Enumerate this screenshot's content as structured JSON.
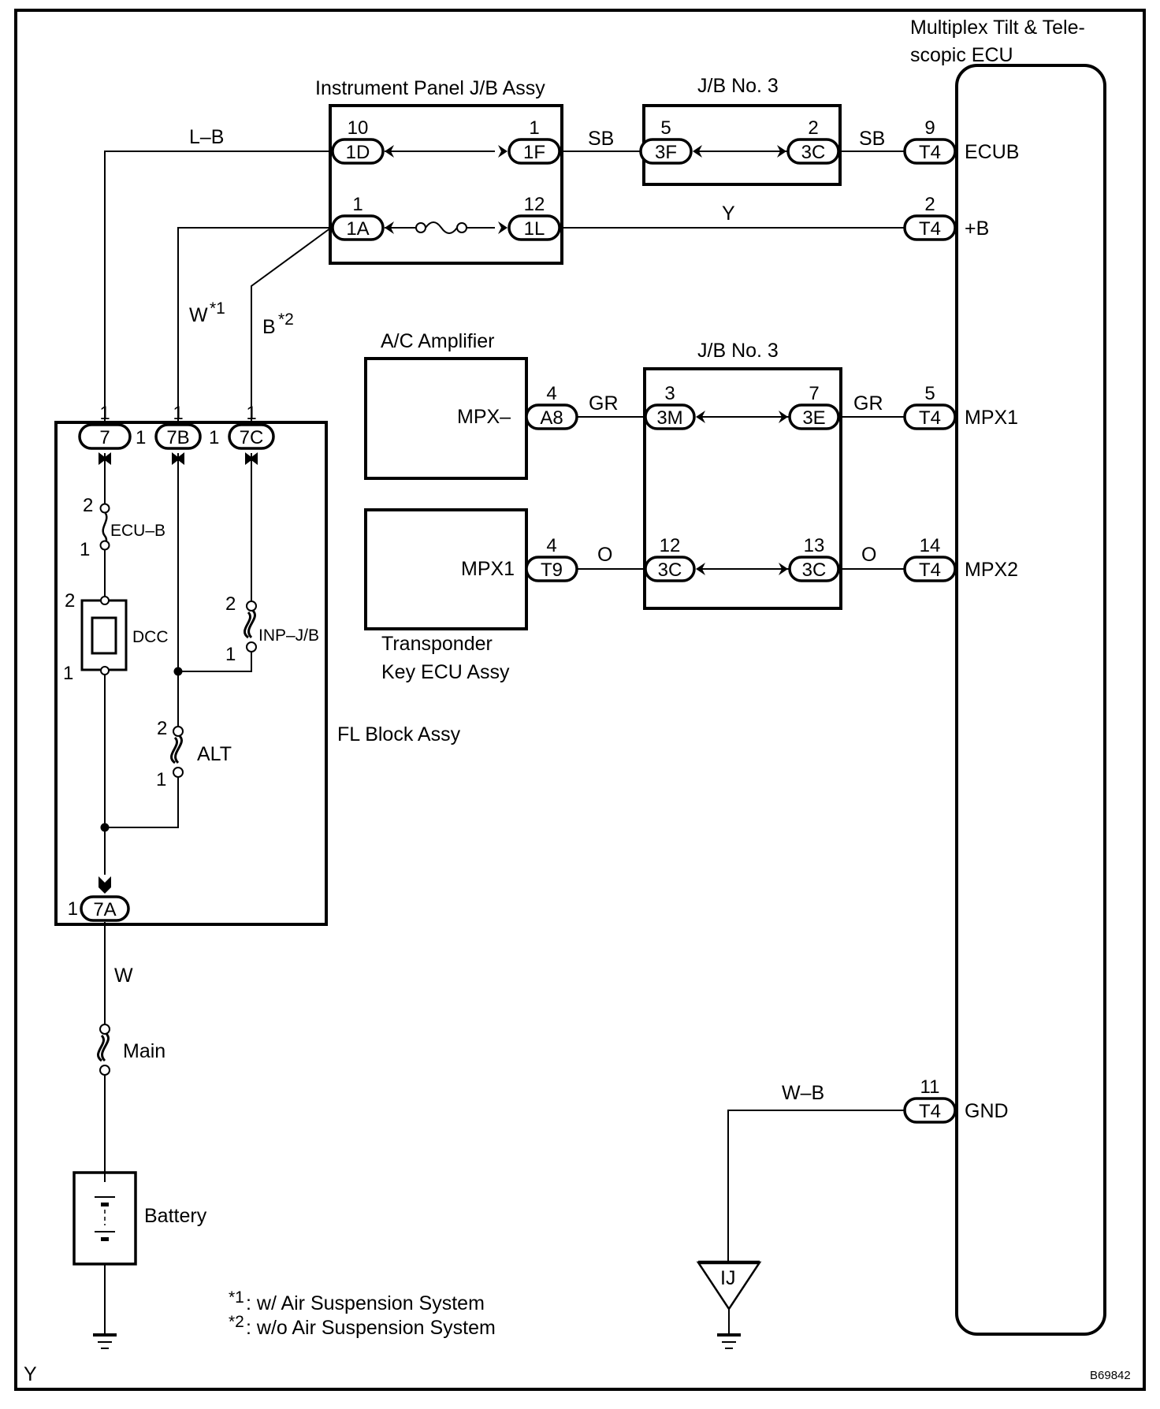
{
  "diagram": {
    "figure_id": "B69842",
    "corner_label": "Y",
    "components": {
      "ecu": {
        "title_line1": "Multiplex Tilt & Tele-",
        "title_line2": "scopic ECU",
        "terminals": [
          {
            "pin": "9",
            "connector": "T4",
            "name": "ECUB"
          },
          {
            "pin": "2",
            "connector": "T4",
            "name": "+B"
          },
          {
            "pin": "5",
            "connector": "T4",
            "name": "MPX1"
          },
          {
            "pin": "14",
            "connector": "T4",
            "name": "MPX2"
          },
          {
            "pin": "11",
            "connector": "T4",
            "name": "GND"
          }
        ]
      },
      "ip_jb": {
        "title": "Instrument Panel J/B Assy",
        "connectors": [
          {
            "pin": "10",
            "connector": "1D"
          },
          {
            "pin": "1",
            "connector": "1F"
          },
          {
            "pin": "1",
            "connector": "1A"
          },
          {
            "pin": "12",
            "connector": "1L"
          }
        ]
      },
      "jb3_top": {
        "title": "J/B No. 3",
        "connectors": [
          {
            "pin": "5",
            "connector": "3F"
          },
          {
            "pin": "2",
            "connector": "3C"
          }
        ]
      },
      "jb3_mid": {
        "title": "J/B No. 3",
        "connectors": [
          {
            "pin": "3",
            "connector": "3M"
          },
          {
            "pin": "7",
            "connector": "3E"
          },
          {
            "pin": "12",
            "connector": "3C"
          },
          {
            "pin": "13",
            "connector": "3C"
          }
        ]
      },
      "ac_amp": {
        "title": "A/C Amplifier",
        "terminal": "MPX–",
        "pin": "4",
        "connector": "A8"
      },
      "transponder": {
        "title_line1": "Transponder",
        "title_line2": "Key ECU Assy",
        "terminal": "MPX1",
        "pin": "4",
        "connector": "T9"
      },
      "fl_block": {
        "title": "FL Block Assy",
        "connectors": [
          {
            "pin": "1",
            "connector": "7"
          },
          {
            "pin": "1",
            "connector": "7B"
          },
          {
            "pin": "1",
            "connector": "7C"
          },
          {
            "pin": "1",
            "connector": "7A"
          }
        ],
        "fuses": [
          {
            "name": "ECU–B",
            "pin_top": "2",
            "pin_bottom": "1"
          },
          {
            "name": "INP–J/B",
            "pin_top": "2",
            "pin_bottom": "1"
          },
          {
            "name": "ALT",
            "pin_top": "2",
            "pin_bottom": "1"
          }
        ],
        "relay": {
          "name": "DCC",
          "pin_top": "2",
          "pin_bottom": "1"
        }
      },
      "main_fuse": {
        "name": "Main"
      },
      "battery": {
        "name": "Battery"
      },
      "ground_point": {
        "name": "IJ"
      }
    },
    "wire_colors": {
      "lb": "L–B",
      "sb1": "SB",
      "sb2": "SB",
      "y": "Y",
      "w1": "W",
      "w1_note": "*1",
      "b2": "B",
      "b2_note": "*2",
      "gr1": "GR",
      "gr2": "GR",
      "o1": "O",
      "o2": "O",
      "w_main": "W",
      "wb": "W–B"
    },
    "notes": [
      {
        "mark": "*1",
        "text": ": w/ Air Suspension System"
      },
      {
        "mark": "*2",
        "text": ": w/o Air Suspension System"
      }
    ]
  }
}
